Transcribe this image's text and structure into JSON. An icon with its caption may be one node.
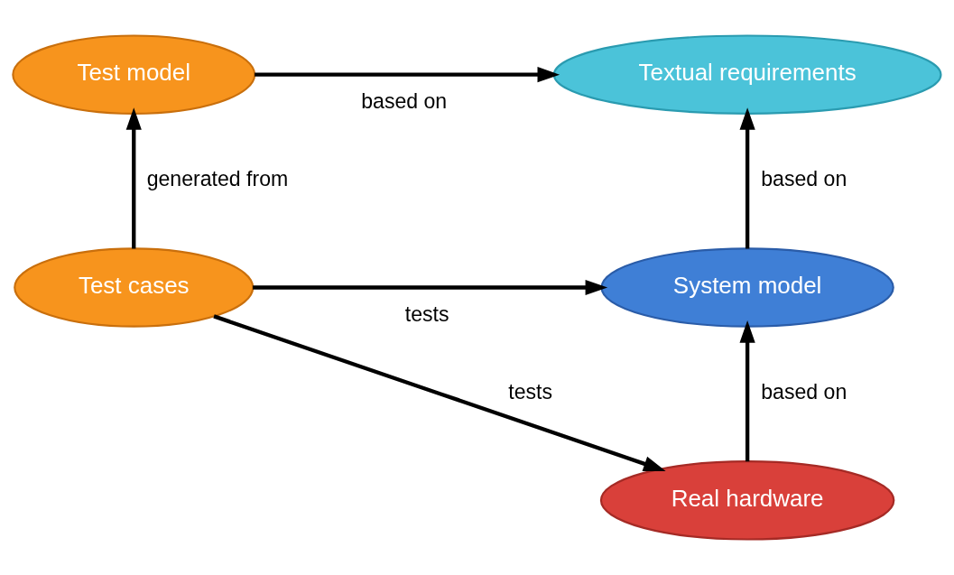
{
  "diagram": {
    "nodes": [
      {
        "text": [
          "Textual requirements"
        ]
      },
      {
        "text": [
          "Test model"
        ]
      },
      {
        "text": [
          "System model"
        ]
      },
      {
        "text": [
          "Test cases"
        ]
      },
      {
        "text": [
          "Real hardware"
        ]
      }
    ],
    "edges": [
      {
        "from": 1,
        "to": 0,
        "arrow": "to",
        "label": "based on"
      },
      {
        "from": 2,
        "to": 0,
        "arrow": "to",
        "label": "based on"
      },
      {
        "from": 3,
        "to": 1,
        "arrow": "to",
        "label": "generated from"
      },
      {
        "from": 3,
        "to": 2,
        "arrow": "to",
        "label": "tests"
      },
      {
        "from": 3,
        "to": 4,
        "arrow": "to",
        "label": "tests"
      },
      {
        "from": 4,
        "to": 2,
        "arrow": "to",
        "label": "based on"
      }
    ]
  }
}
